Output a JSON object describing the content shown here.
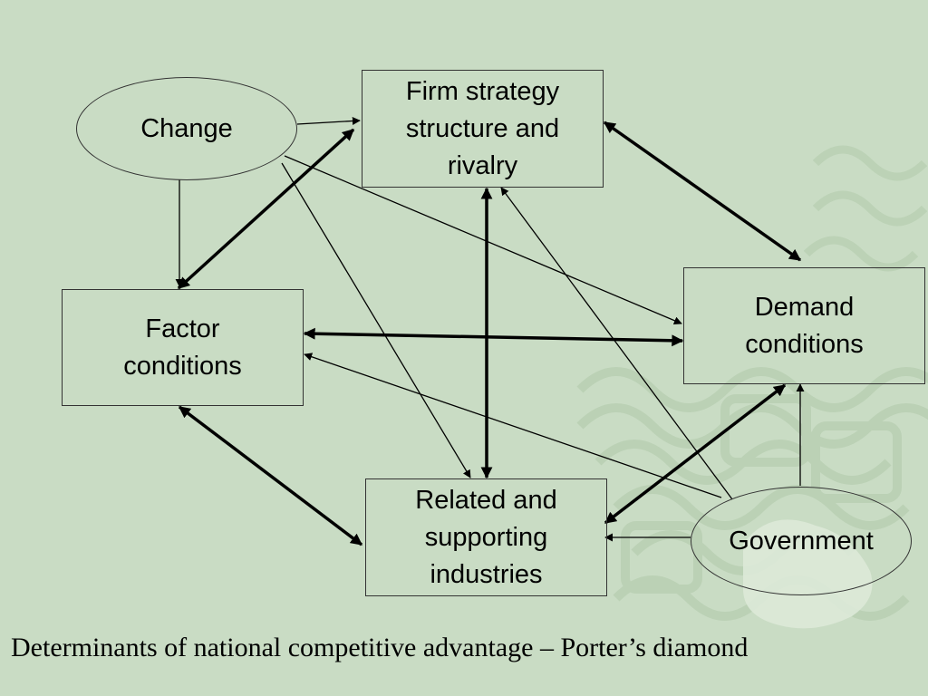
{
  "slide": {
    "background_color": "#c9dcc4",
    "caption": "Determinants of national competitive advantage – Porter’s diamond"
  },
  "nodes": {
    "firm_strategy": "Firm strategy\nstructure and\nrivalry",
    "demand": "Demand\nconditions",
    "factor": "Factor\nconditions",
    "related": "Related and\nsupporting\nindustries",
    "change": "Change",
    "government": "Government"
  },
  "edges": [
    {
      "from": "Change",
      "to": "Firm strategy structure and rivalry",
      "direction": "one-way",
      "weight": "thin"
    },
    {
      "from": "Change",
      "to": "Factor conditions",
      "direction": "one-way",
      "weight": "thin"
    },
    {
      "from": "Change",
      "to": "Demand conditions",
      "direction": "one-way",
      "weight": "thin"
    },
    {
      "from": "Change",
      "to": "Related and supporting industries",
      "direction": "one-way",
      "weight": "thin"
    },
    {
      "from": "Firm strategy structure and rivalry",
      "to": "Factor conditions",
      "direction": "two-way",
      "weight": "thick"
    },
    {
      "from": "Firm strategy structure and rivalry",
      "to": "Demand conditions",
      "direction": "two-way",
      "weight": "thick"
    },
    {
      "from": "Firm strategy structure and rivalry",
      "to": "Related and supporting industries",
      "direction": "two-way",
      "weight": "thick"
    },
    {
      "from": "Factor conditions",
      "to": "Demand conditions",
      "direction": "two-way",
      "weight": "thick"
    },
    {
      "from": "Factor conditions",
      "to": "Related and supporting industries",
      "direction": "two-way",
      "weight": "thick"
    },
    {
      "from": "Demand conditions",
      "to": "Related and supporting industries",
      "direction": "two-way",
      "weight": "thick"
    },
    {
      "from": "Government",
      "to": "Firm strategy structure and rivalry",
      "direction": "one-way",
      "weight": "thin"
    },
    {
      "from": "Government",
      "to": "Factor conditions",
      "direction": "one-way",
      "weight": "thin"
    },
    {
      "from": "Government",
      "to": "Demand conditions",
      "direction": "one-way",
      "weight": "thin"
    },
    {
      "from": "Government",
      "to": "Related and supporting industries",
      "direction": "one-way",
      "weight": "thin"
    }
  ]
}
